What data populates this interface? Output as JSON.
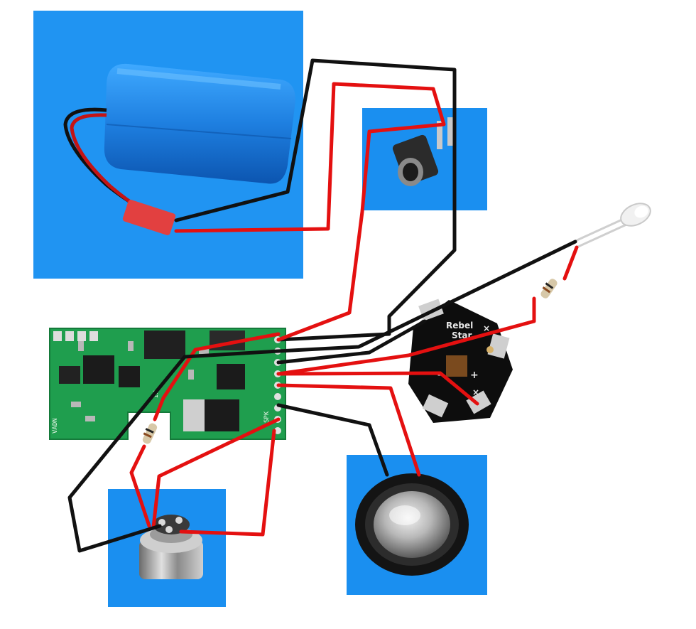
{
  "diagram": {
    "components": [
      {
        "id": "battery",
        "icon": "battery-pack-icon"
      },
      {
        "id": "dc-jack",
        "icon": "dc-jack-icon"
      },
      {
        "id": "led-5mm",
        "icon": "led-icon"
      },
      {
        "id": "resistor-led",
        "icon": "resistor-icon"
      },
      {
        "id": "rebel-star-led",
        "icon": "power-led-icon"
      },
      {
        "id": "sound-board",
        "icon": "pcb-icon"
      },
      {
        "id": "resistor-switch",
        "icon": "resistor-icon"
      },
      {
        "id": "push-switch",
        "icon": "push-button-switch-icon"
      },
      {
        "id": "speaker",
        "icon": "speaker-icon"
      }
    ],
    "rebel_star_label": "Rebel Star",
    "rebel_star_line1": "Rebel",
    "rebel_star_line2": "Star",
    "pcb_label_vadn": "VADN",
    "pin_labels": {
      "in": "IN",
      "spk": "SPK"
    },
    "wire_colors": {
      "black": "#111111",
      "red": "#e41010"
    },
    "panel_color": "#1a8ff0"
  }
}
